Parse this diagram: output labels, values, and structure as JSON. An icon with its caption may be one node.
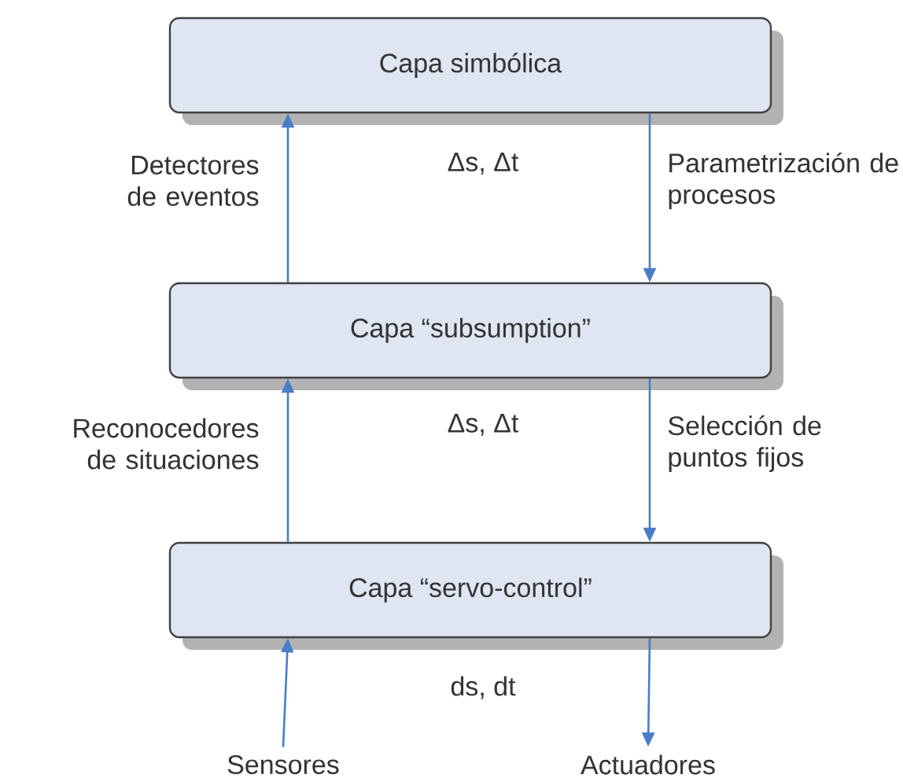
{
  "diagram": {
    "nodes": [
      {
        "text": [
          "Capa simbólica"
        ]
      },
      {
        "text": [
          "Capa “subsumption”"
        ]
      },
      {
        "text": [
          "Capa “servo-control”"
        ]
      },
      {
        "text": [
          "Sensores"
        ]
      },
      {
        "text": [
          "Actuadores"
        ]
      }
    ],
    "edges": [
      {
        "from": 1,
        "to": 0,
        "arrow": "to",
        "label": "Detectores de eventos"
      },
      {
        "from": 0,
        "to": 1,
        "arrow": "to",
        "label": "Parametrización de procesos"
      },
      {
        "from": 2,
        "to": 1,
        "arrow": "to",
        "label": "Reconocedores de situaciones"
      },
      {
        "from": 1,
        "to": 2,
        "arrow": "to",
        "label": "Selección de puntos fijos"
      },
      {
        "from": 3,
        "to": 2,
        "arrow": "to"
      },
      {
        "from": 2,
        "to": 4,
        "arrow": "to"
      }
    ],
    "labels": [
      "Δs, Δt",
      "Δs, Δt",
      "ds, dt"
    ]
  }
}
